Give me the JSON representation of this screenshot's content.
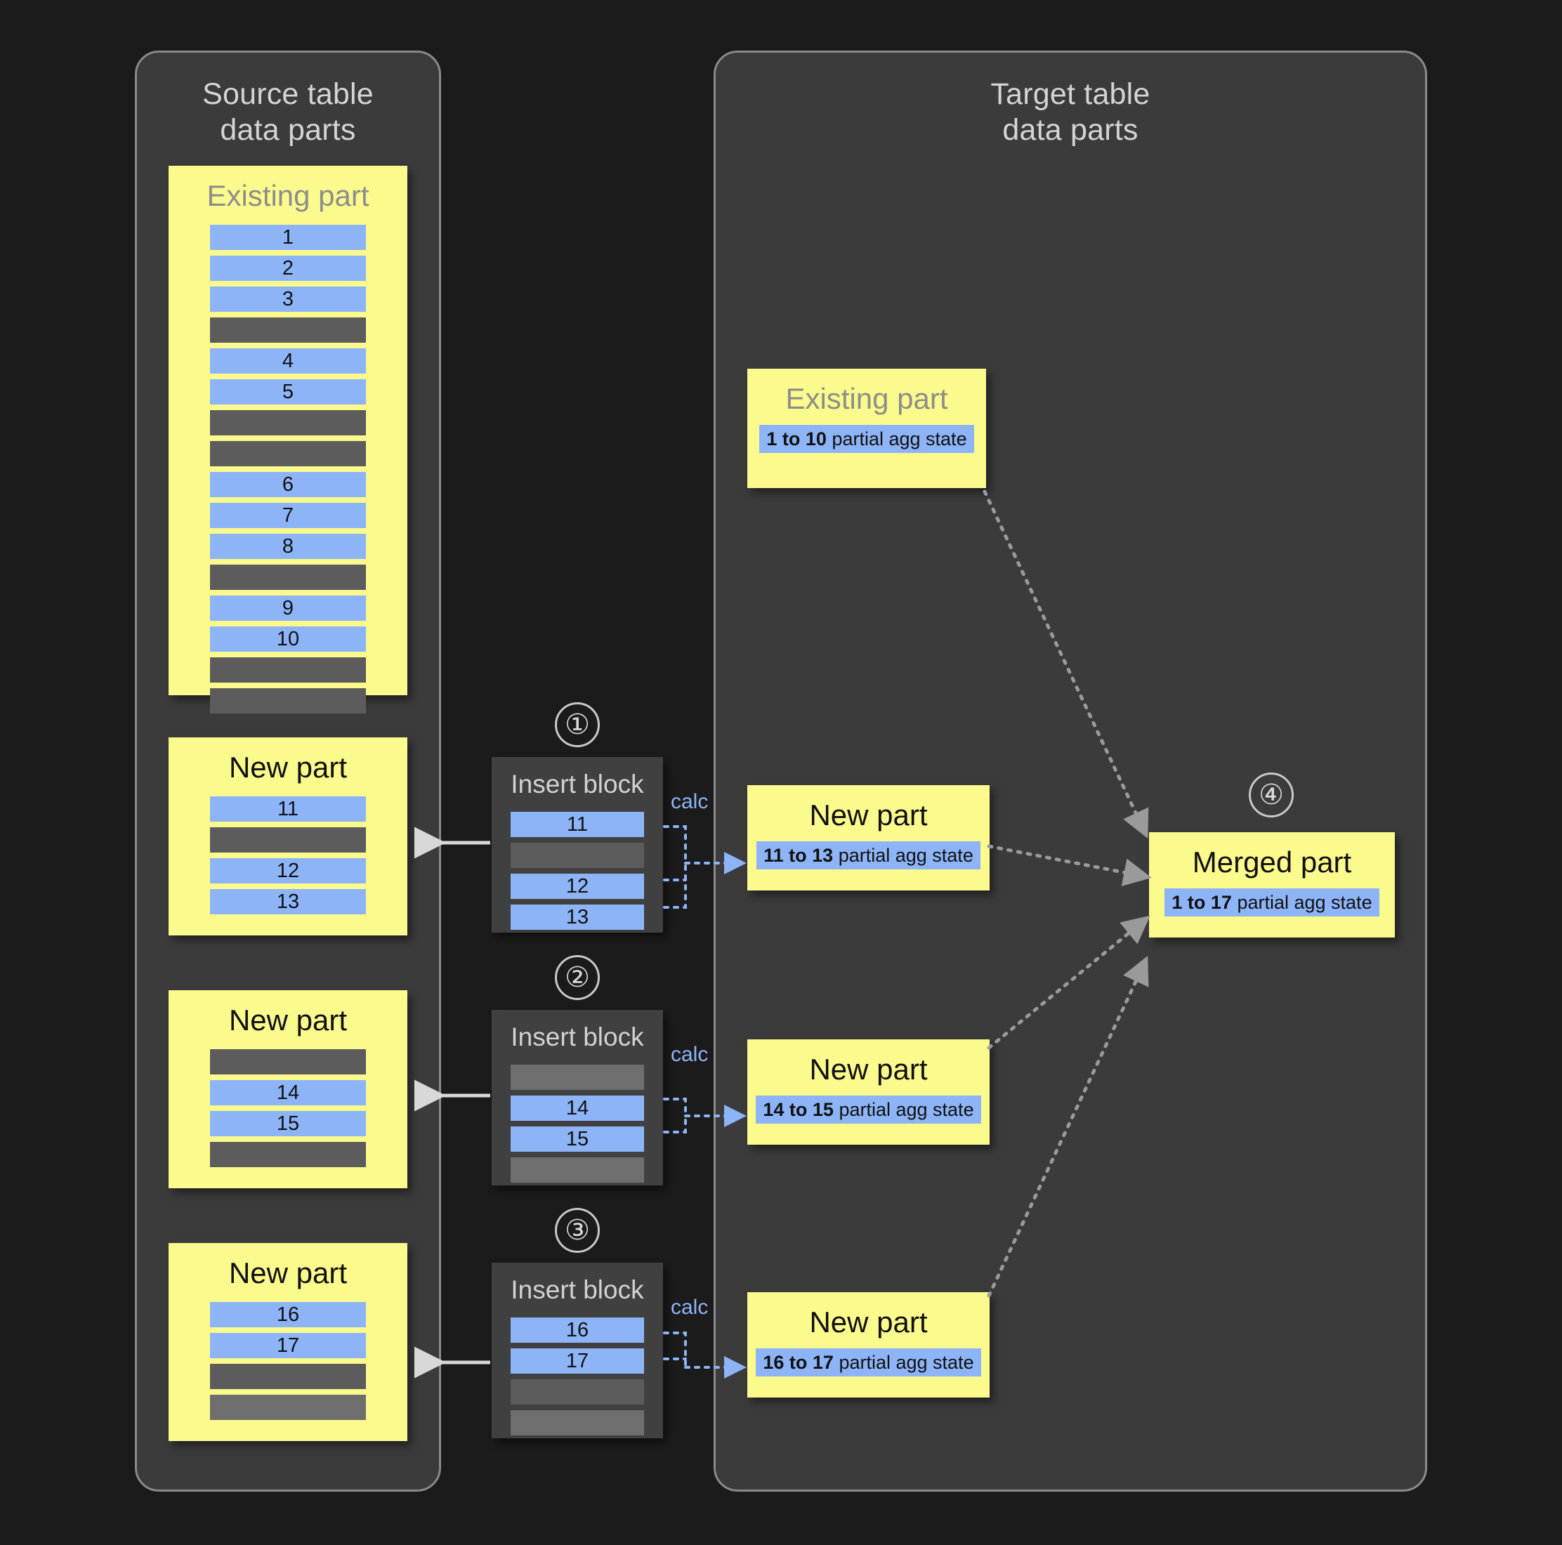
{
  "source_panel": {
    "title": "Source table\ndata parts",
    "existing_part": {
      "title": "Existing part",
      "rows": [
        "1",
        "2",
        "3",
        "",
        "4",
        "5",
        "",
        "",
        "6",
        "7",
        "8",
        "",
        "9",
        "10",
        "",
        ""
      ],
      "row_types": [
        "blue",
        "blue",
        "blue",
        "gray",
        "blue",
        "blue",
        "gray",
        "gray",
        "blue",
        "blue",
        "blue",
        "gray",
        "blue",
        "blue",
        "gray",
        "gray"
      ]
    },
    "new_parts": [
      {
        "title": "New part",
        "rows": [
          "11",
          "",
          "12",
          "13"
        ],
        "row_types": [
          "blue",
          "gray",
          "blue",
          "blue"
        ]
      },
      {
        "title": "New part",
        "rows": [
          "",
          "14",
          "15",
          ""
        ],
        "row_types": [
          "gray",
          "blue",
          "blue",
          "gray"
        ]
      },
      {
        "title": "New part",
        "rows": [
          "16",
          "17",
          "",
          ""
        ],
        "row_types": [
          "blue",
          "blue",
          "gray",
          "gray2"
        ]
      }
    ]
  },
  "insert_blocks": [
    {
      "step": "①",
      "title": "Insert block",
      "rows": [
        "11",
        "",
        "12",
        "13"
      ],
      "row_types": [
        "blue",
        "gray",
        "blue",
        "blue"
      ],
      "calc_label": "calc"
    },
    {
      "step": "②",
      "title": "Insert block",
      "rows": [
        "",
        "14",
        "15",
        ""
      ],
      "row_types": [
        "gray2",
        "blue",
        "blue",
        "gray2"
      ],
      "calc_label": "calc"
    },
    {
      "step": "③",
      "title": "Insert block",
      "rows": [
        "16",
        "17",
        "",
        ""
      ],
      "row_types": [
        "blue",
        "blue",
        "gray",
        "gray2"
      ],
      "calc_label": "calc"
    }
  ],
  "target_panel": {
    "title": "Target table\ndata parts",
    "existing_part": {
      "title": "Existing part",
      "agg_range": "1 to 10",
      "agg_suffix": " partial agg state"
    },
    "new_parts": [
      {
        "title": "New part",
        "agg_range": "11 to 13",
        "agg_suffix": " partial agg state"
      },
      {
        "title": "New part",
        "agg_range": "14 to 15",
        "agg_suffix": " partial agg state"
      },
      {
        "title": "New part",
        "agg_range": "16 to 17",
        "agg_suffix": " partial agg state"
      }
    ],
    "merged_part": {
      "step": "④",
      "title": "Merged part",
      "agg_range": "1 to 17",
      "agg_suffix": " partial agg state"
    }
  },
  "colors": {
    "background": "#1b1b1b",
    "panel": "#3b3b3b",
    "panel_border": "#8a8a8a",
    "part_yellow": "#fbfb8d",
    "row_blue": "#8db4f7",
    "row_gray": "#5c5c5c",
    "insert_block": "#404040",
    "accent_calc": "#8db4f7",
    "arrow_gray": "#9a9a9a",
    "arrow_white": "#d8d8d8"
  }
}
